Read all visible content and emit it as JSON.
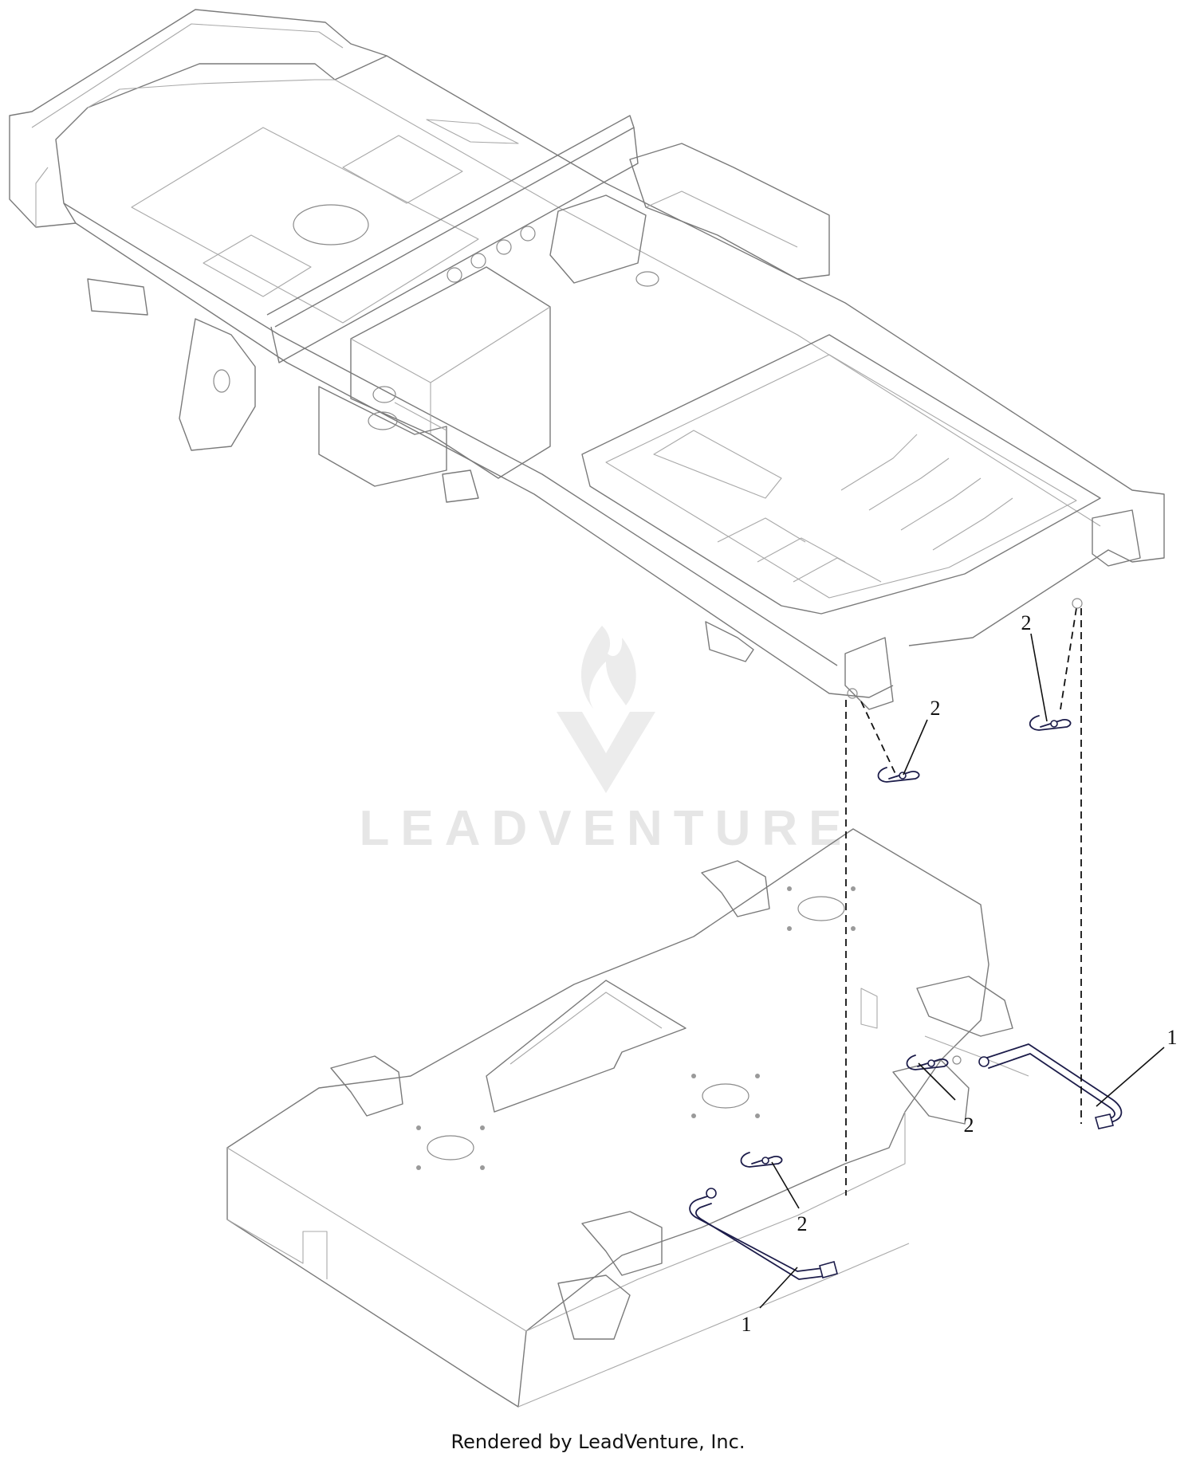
{
  "callouts": [
    {
      "id": "c1",
      "text": "2"
    },
    {
      "id": "c2",
      "text": "2"
    },
    {
      "id": "c3",
      "text": "1"
    },
    {
      "id": "c4",
      "text": "2"
    },
    {
      "id": "c5",
      "text": "2"
    },
    {
      "id": "c6",
      "text": "1"
    }
  ],
  "watermark": "LEADVENTURE",
  "footer": "Rendered by LeadVenture, Inc."
}
